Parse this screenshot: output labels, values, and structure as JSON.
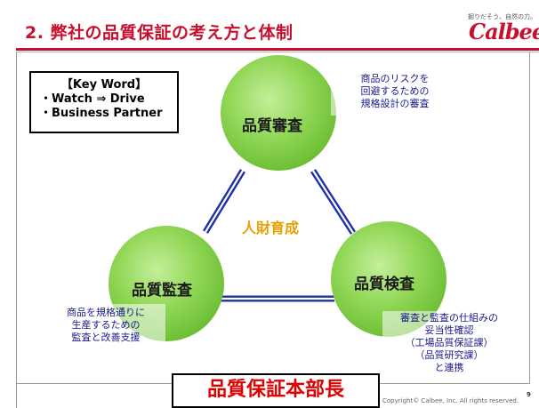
{
  "header": {
    "title": "2. 弊社の品質保証の考え方と体制",
    "logo_tagline": "掘りだそう、自然の力。",
    "logo_text": "Calbee"
  },
  "keyword_box": {
    "line1": "【Key Word】",
    "line2": "・Watch ⇒ Drive",
    "line3": "・Business Partner"
  },
  "diagram": {
    "center_label": "人財育成",
    "circles": {
      "top": "品質審査",
      "left": "品質監査",
      "right": "品質検査"
    },
    "notes": {
      "top": [
        "商品のリスクを",
        "回避するための",
        "規格設計の審査"
      ],
      "left": [
        "商品を規格通りに",
        "生産するための",
        "監査と改善支援"
      ],
      "right": [
        "審査と監査の仕組みの",
        "妥当性確認",
        "（工場品質保証課）",
        "（品質研究課）",
        "と連携"
      ]
    },
    "colors": {
      "circle_fill": "#7cc93e",
      "line": "#1f2fa8",
      "center_text": "#e6a100",
      "note_text": "#1a1a8c"
    }
  },
  "footer": {
    "department": "品質保証本部長",
    "copyright": "Copyright© Calbee, Inc. All rights reserved.",
    "page_number": "9"
  }
}
